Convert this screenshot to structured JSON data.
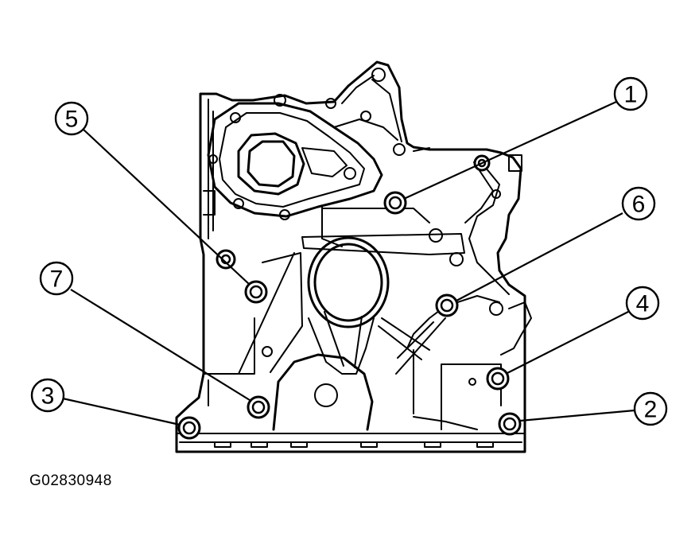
{
  "figure_code": "G02830948",
  "callouts": [
    {
      "id": "1",
      "label": "1"
    },
    {
      "id": "2",
      "label": "2"
    },
    {
      "id": "3",
      "label": "3"
    },
    {
      "id": "4",
      "label": "4"
    },
    {
      "id": "5",
      "label": "5"
    },
    {
      "id": "6",
      "label": "6"
    },
    {
      "id": "7",
      "label": "7"
    }
  ]
}
